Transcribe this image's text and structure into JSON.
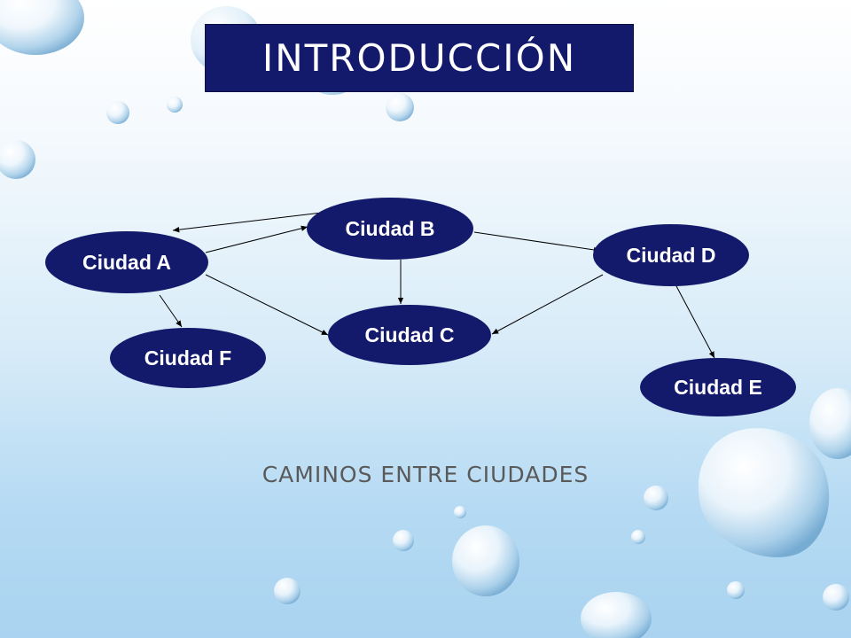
{
  "title": "INTRODUCCIÓN",
  "subtitle": "CAMINOS ENTRE CIUDADES",
  "colors": {
    "node_fill": "#141a6b",
    "title_fill": "#141a6b",
    "edge": "#000000",
    "subtitle": "#5a5a5a"
  },
  "nodes": [
    {
      "id": "a",
      "label": "Ciudad A"
    },
    {
      "id": "b",
      "label": "Ciudad B"
    },
    {
      "id": "c",
      "label": "Ciudad C"
    },
    {
      "id": "d",
      "label": "Ciudad D"
    },
    {
      "id": "e",
      "label": "Ciudad E"
    },
    {
      "id": "f",
      "label": "Ciudad F"
    }
  ],
  "edges": [
    {
      "from": "b",
      "to": "a"
    },
    {
      "from": "a",
      "to": "b"
    },
    {
      "from": "a",
      "to": "c"
    },
    {
      "from": "a",
      "to": "f"
    },
    {
      "from": "b",
      "to": "c"
    },
    {
      "from": "b",
      "to": "d"
    },
    {
      "from": "d",
      "to": "c"
    },
    {
      "from": "d",
      "to": "e"
    }
  ]
}
